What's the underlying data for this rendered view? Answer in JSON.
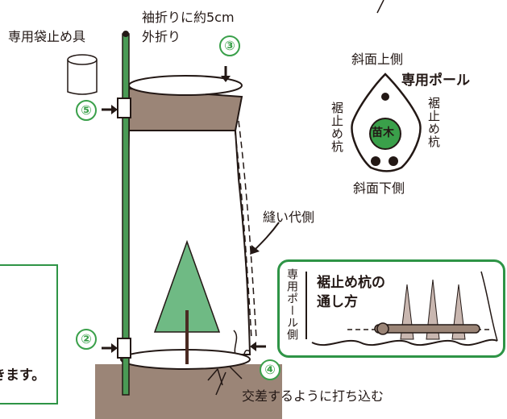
{
  "labels": {
    "bag_stopper": "専用袋止め具",
    "fold": "袖折りに約5cm",
    "fold2": "外折り",
    "num1": "③",
    "num2": "⑤",
    "num3": "②",
    "num4": "④",
    "seam_side": "縫い代側",
    "cross_drive": "交差するように打ち込む",
    "left_panel_tail": "きます。"
  },
  "plan_view": {
    "slope_up": "斜面上側",
    "pole": "専用ポール",
    "stake_left": "裾止め杭",
    "stake_right": "裾止め杭",
    "seedling": "苗木",
    "slope_down": "斜面下側"
  },
  "inset": {
    "side_label": "専用ポール側",
    "title_line1": "裾止め杭の",
    "title_line2": "通し方"
  },
  "colors": {
    "green": "#2e9446",
    "brown": "#9b8577",
    "tree": "#6fba84",
    "dark": "#231815"
  }
}
